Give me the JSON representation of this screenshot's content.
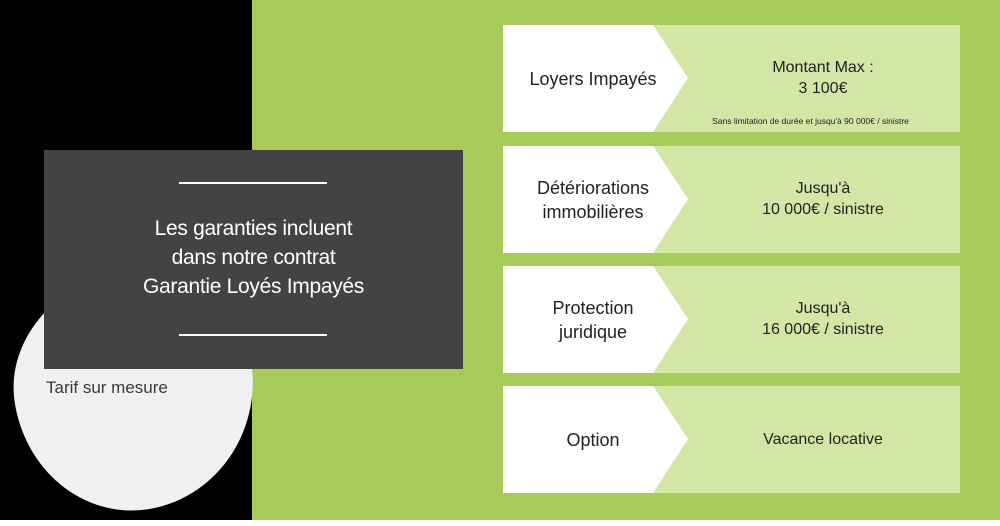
{
  "hero": {
    "line1": "Les garanties incluent",
    "line2": "dans notre contrat",
    "line3": "Garantie Loyés Impayés"
  },
  "tarif_label": "Tarif sur mesure",
  "colors": {
    "green": "#a6cb58",
    "light_green": "#d4e6a6",
    "dark_panel": "#434343",
    "black": "#000000"
  },
  "guarantees": [
    {
      "name_lines": [
        "Loyers Impayés"
      ],
      "value_lines": [
        "Montant Max :",
        "3 100€"
      ],
      "note": "Sans limitation de durée et jusqu'à 90 000€ / sinistre"
    },
    {
      "name_lines": [
        "Détériorations",
        "immobilières"
      ],
      "value_lines": [
        "Jusqu'à",
        "10 000€ / sinistre"
      ]
    },
    {
      "name_lines": [
        "Protection",
        "juridique"
      ],
      "value_lines": [
        "Jusqu'à",
        "16 000€ / sinistre"
      ]
    },
    {
      "name_lines": [
        "Option"
      ],
      "value_lines": [
        "Vacance locative"
      ]
    }
  ]
}
